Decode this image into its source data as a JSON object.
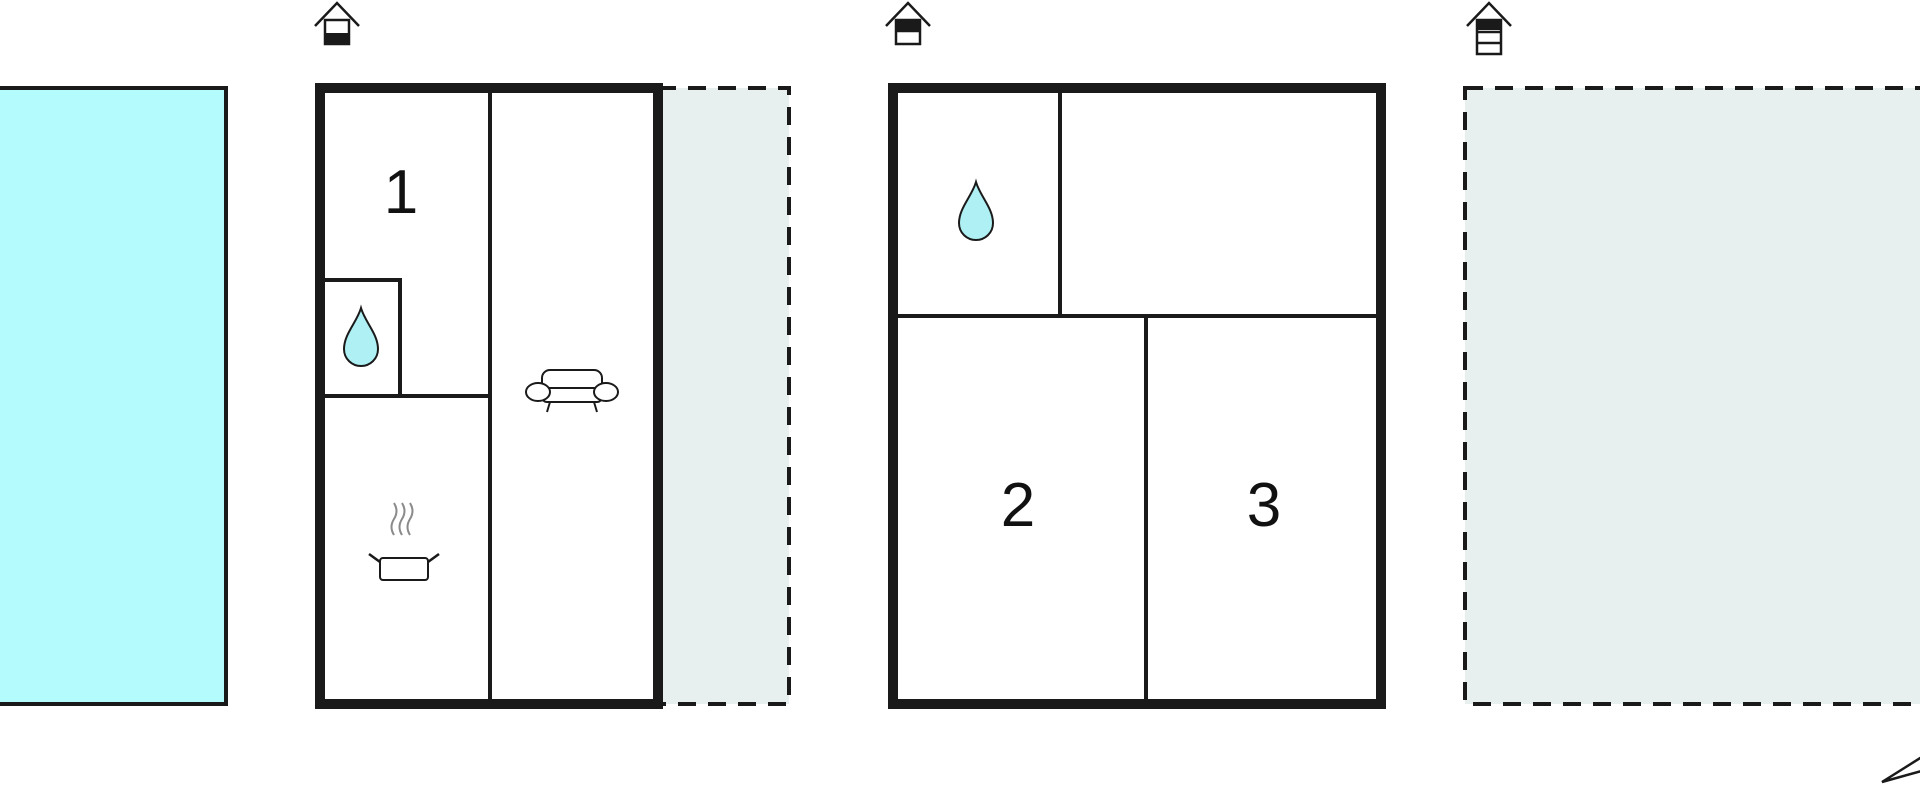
{
  "plan": {
    "colors": {
      "wall": "#1a1a1a",
      "pool": "#b3fbfd",
      "terrace": "#e8f0ef",
      "water": "#aef0f3",
      "room_fill": "#ffffff",
      "steam": "#8a8a8a"
    },
    "floor_indicators": [
      {
        "floor": "ground",
        "icon": "house-ground-floor-icon"
      },
      {
        "floor": "first",
        "icon": "house-first-floor-icon"
      },
      {
        "floor": "second",
        "icon": "house-second-floor-icon"
      }
    ],
    "ground_floor": {
      "rooms": [
        {
          "label": "1",
          "type": "bedroom"
        },
        {
          "label": "",
          "type": "bathroom",
          "icon": "water-drop-icon"
        },
        {
          "label": "",
          "type": "kitchen",
          "icon": "cooking-pot-icon"
        },
        {
          "label": "",
          "type": "living-room",
          "icon": "sofa-icon"
        }
      ],
      "outdoor": [
        "pool",
        "terrace"
      ]
    },
    "first_floor": {
      "rooms": [
        {
          "label": "",
          "type": "bathroom",
          "icon": "water-drop-icon"
        },
        {
          "label": "",
          "type": "room"
        },
        {
          "label": "2",
          "type": "bedroom"
        },
        {
          "label": "3",
          "type": "bedroom"
        }
      ]
    },
    "second_floor": {
      "outdoor": [
        "roof-terrace"
      ]
    },
    "compass": "north-arrow-icon"
  }
}
